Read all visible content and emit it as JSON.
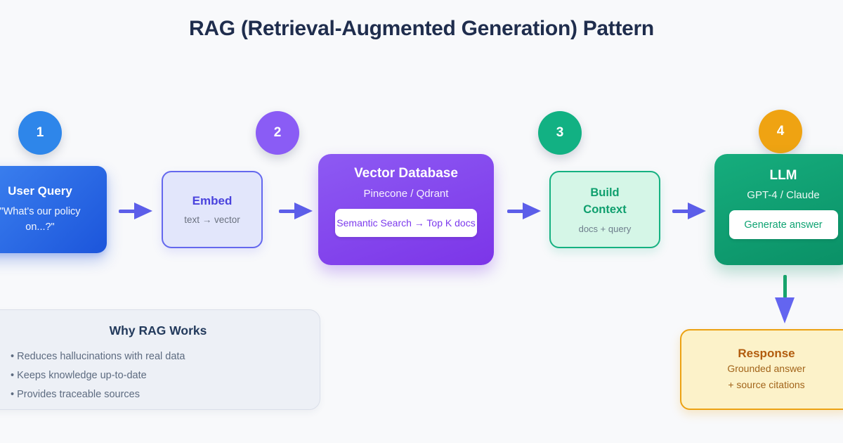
{
  "title": "RAG (Retrieval-Augmented Generation) Pattern",
  "steps": [
    {
      "label": "1"
    },
    {
      "label": "2"
    },
    {
      "label": "3"
    },
    {
      "label": "4"
    }
  ],
  "nodes": {
    "user_query": {
      "title": "User Query",
      "subtitle": "\"What's our policy on...?\""
    },
    "embed": {
      "title": "Embed",
      "subtitle": "text → vector"
    },
    "vector_db": {
      "title": "Vector Database",
      "subtitle": "Pinecone / Qdrant",
      "badge": "Semantic Search → Top K docs"
    },
    "build_context": {
      "title": "Build Context",
      "subtitle": "docs + query"
    },
    "llm": {
      "title": "LLM",
      "subtitle": "GPT-4 / Claude",
      "badge": "Generate answer"
    },
    "response": {
      "title": "Response",
      "subtitle_line1": "Grounded answer",
      "subtitle_line2": "+ source citations"
    }
  },
  "why_box": {
    "title": "Why RAG Works",
    "bullets": [
      "• Reduces hallucinations with real data",
      "• Keeps knowledge up-to-date",
      "• Provides traceable sources"
    ]
  },
  "colors": {
    "background": "#f8f9fb",
    "title_text": "#1f2d4d",
    "arrow": "#5c5ee9",
    "down_arrow_shaft": "#17a36c",
    "down_arrow_head": "#6365f0",
    "step1": "#2e86ea",
    "step2": "#8a5cf5",
    "step3": "#12b183",
    "step4": "#efa312",
    "user_query_gradient": [
      "#3d83f0",
      "#1c55db"
    ],
    "vector_db_gradient": [
      "#8d5af3",
      "#7c35e8"
    ],
    "llm_gradient": [
      "#16ad7d",
      "#0a9066"
    ],
    "embed_bg": "#e2e6fb",
    "build_context_bg": "#d5f6e7",
    "response_bg": "#fcf2c9",
    "why_box_bg": "#edf0f6"
  }
}
